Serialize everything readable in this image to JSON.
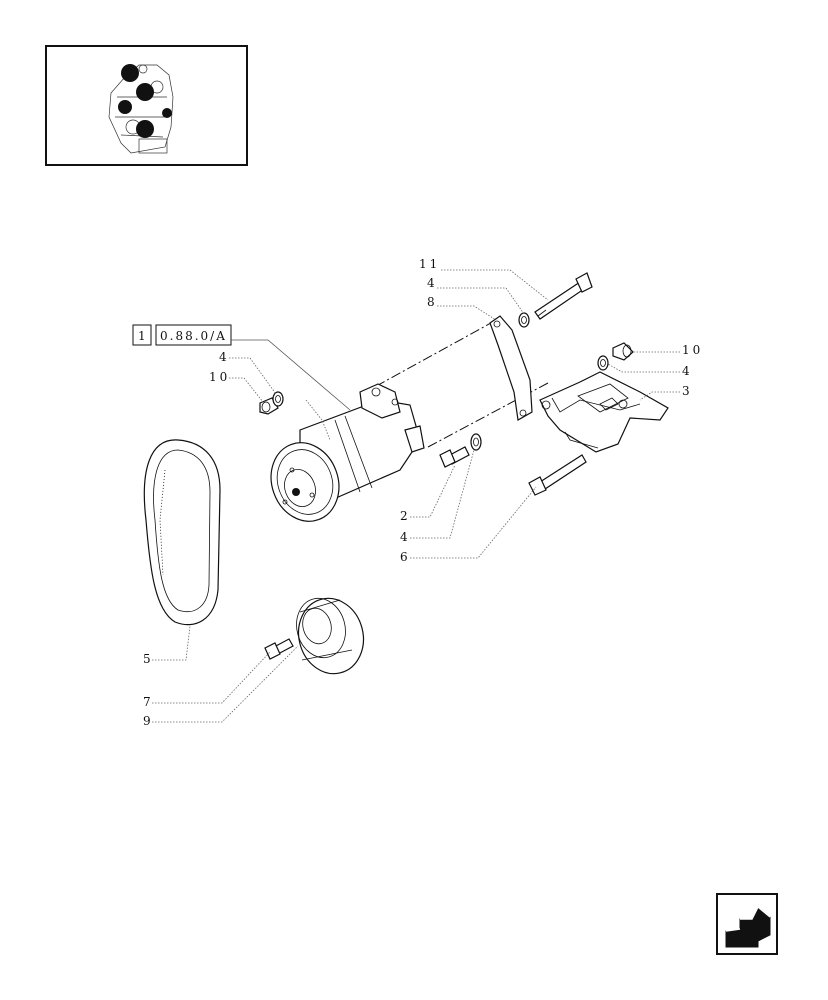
{
  "reference": {
    "box_num": "1",
    "box_code": "0.88.0/A"
  },
  "callouts": {
    "c11": "11",
    "c4_top": "4",
    "c8": "8",
    "c4_left": "4",
    "c10_left": "10",
    "c10_right": "10",
    "c4_right": "4",
    "c3": "3",
    "c2": "2",
    "c4_low": "4",
    "c6": "6",
    "c5": "5",
    "c7": "7",
    "c9": "9"
  },
  "icons": {
    "thumbnail": "engine-overview-thumbnail",
    "navigation": "arrow-back-icon"
  },
  "colors": {
    "line": "#111111",
    "background": "#ffffff"
  }
}
